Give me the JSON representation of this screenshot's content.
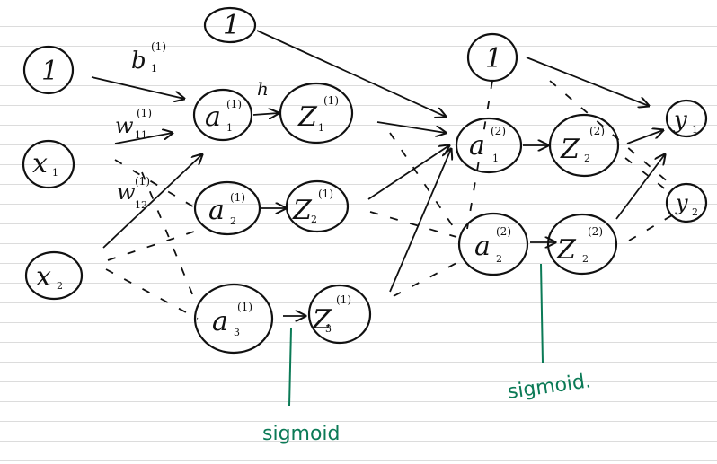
{
  "diagram": {
    "input_nodes": [
      {
        "label": "1"
      },
      {
        "label": "x",
        "sub": "1"
      },
      {
        "label": "x",
        "sub": "2"
      }
    ],
    "bias_top": {
      "label": "1"
    },
    "layer1": [
      {
        "label": "a",
        "sup": "(1)",
        "sub": "1",
        "z_label": "Z",
        "z_sup": "(1)",
        "z_sub": "1"
      },
      {
        "label": "a",
        "sup": "(1)",
        "sub": "2",
        "z_label": "Z",
        "z_sup": "(1)",
        "z_sub": "2"
      },
      {
        "label": "a",
        "sup": "(1)",
        "sub": "3",
        "z_label": "Z",
        "z_sup": "(1)",
        "z_sub": "3"
      }
    ],
    "bias_mid": {
      "label": "1"
    },
    "layer2": [
      {
        "label": "a",
        "sup": "(2)",
        "sub": "1",
        "z_label": "Z",
        "z_sup": "(2)",
        "z_sub": "2"
      },
      {
        "label": "a",
        "sup": "(2)",
        "sub": "2",
        "z_label": "Z",
        "z_sup": "(2)",
        "z_sub": "2"
      }
    ],
    "outputs": [
      {
        "label": "y",
        "sub": "1"
      },
      {
        "label": "y",
        "sub": "2"
      }
    ],
    "edge_labels": {
      "bias": {
        "label": "b",
        "sup": "(1)",
        "sub": "1"
      },
      "w11": {
        "label": "w",
        "sup": "(1)",
        "sub": "11"
      },
      "w12": {
        "label": "w",
        "sup": "(1)",
        "sub": "12"
      },
      "h": "h"
    },
    "annotations": [
      "sigmoid",
      "sigmoid."
    ],
    "annotation_color": "#0b7a56",
    "ink_color": "#111111"
  }
}
